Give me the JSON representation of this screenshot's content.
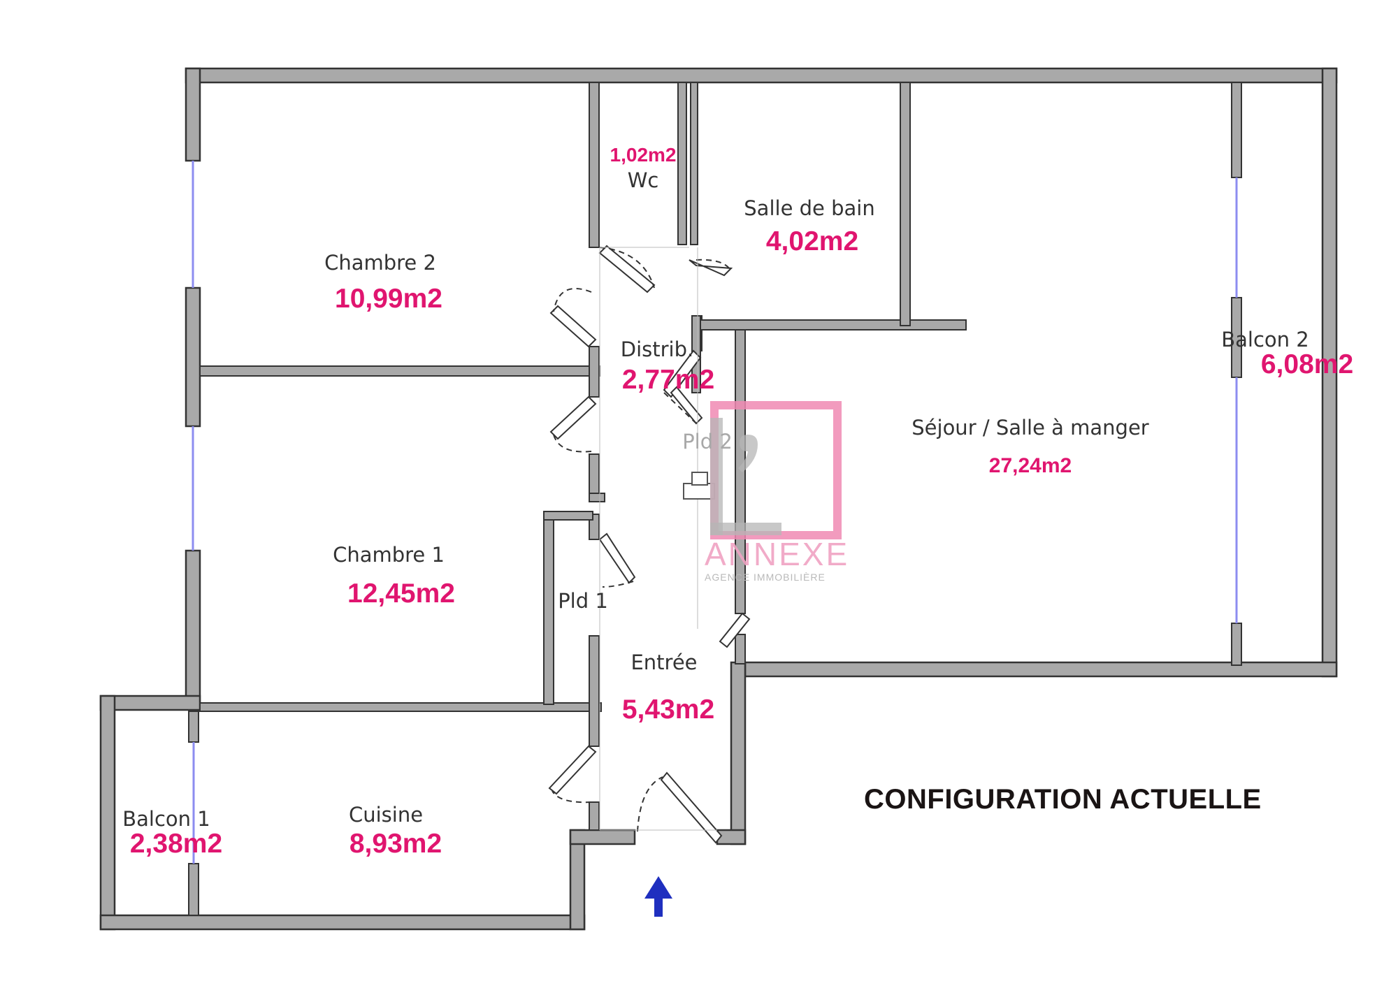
{
  "caption": "CONFIGURATION ACTUELLE",
  "rooms": {
    "chambre2": {
      "name": "Chambre 2",
      "area": "10,99m2"
    },
    "wc": {
      "name": "Wc",
      "area": "1,02m2"
    },
    "salle_de_bain": {
      "name": "Salle de bain",
      "area": "4,02m2"
    },
    "distrib": {
      "name": "Distrib.",
      "area": "2,77m2"
    },
    "pld2": {
      "name": "Pld 2"
    },
    "sejour": {
      "name": "Séjour / Salle à manger",
      "area": "27,24m2"
    },
    "balcon2": {
      "name": "Balcon 2",
      "area": "6,08m2"
    },
    "chambre1": {
      "name": "Chambre 1",
      "area": "12,45m2"
    },
    "pld1": {
      "name": "Pld 1"
    },
    "entree": {
      "name": "Entrée",
      "area": "5,43m2"
    },
    "cuisine": {
      "name": "Cuisine",
      "area": "8,93m2"
    },
    "balcon1": {
      "name": "Balcon 1",
      "area": "2,38m2"
    }
  },
  "logo": {
    "word": "ANNEXE",
    "subtitle": "AGENCE IMMOBILIÈRE"
  },
  "colors": {
    "wall_fill": "#a9a9a9",
    "wall_stroke": "#333333",
    "area_text": "#e0156f",
    "logo_pink": "#f08ab3",
    "window": "#8d8df0",
    "entry_arrow": "#1f2fbf"
  },
  "icons": {
    "entry": "entry-arrow-icon"
  }
}
